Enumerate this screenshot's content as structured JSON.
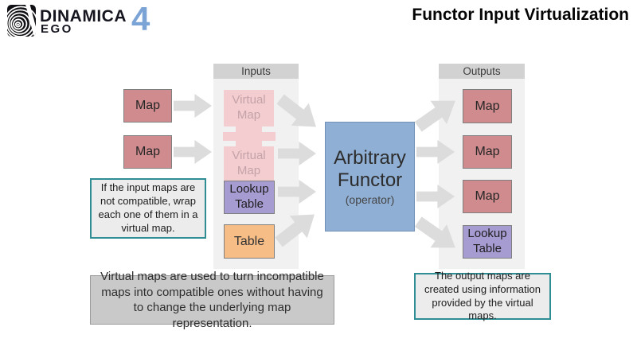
{
  "header": {
    "brand": {
      "name": "DINAMICA",
      "sub": "EGO",
      "version": "4"
    },
    "title": "Functor Input Virtualization"
  },
  "inputs": {
    "header": "Inputs",
    "source_maps": [
      {
        "label": "Map"
      },
      {
        "label": "Map"
      }
    ],
    "items": [
      {
        "label": "Virtual\nMap"
      },
      {
        "label": "Virtual\nMap"
      },
      {
        "label": "Lookup\nTable"
      },
      {
        "label": "Table"
      }
    ]
  },
  "functor": {
    "title_line1": "Arbitrary",
    "title_line2": "Functor",
    "subtitle": "(operator)"
  },
  "outputs": {
    "header": "Outputs",
    "items": [
      {
        "label": "Map"
      },
      {
        "label": "Map"
      },
      {
        "label": "Map"
      },
      {
        "label": "Lookup\nTable"
      }
    ]
  },
  "notes": {
    "input_note": "If the input maps are not compatible, wrap each one of them in a virtual map.",
    "virtual_map_note": "Virtual maps are used to turn incompatible maps into compatible ones without having to change the underlying map representation.",
    "output_note": "The output maps are created using information provided by the virtual maps."
  },
  "colors": {
    "map_fill": "#cf8b8d",
    "virtual_map_fill": "#f3cdd0",
    "virtual_map_text": "#c4a2a8",
    "lookup_table_fill": "#a79cd2",
    "table_fill": "#f6bd87",
    "functor_fill": "#8fafd4",
    "functor_border": "#7191b8",
    "column_bg": "#f1f1f1",
    "column_header_bg": "#d2d2d2",
    "arrow_fill": "#dcdcdc",
    "note_border_teal": "#2e8e93",
    "note_bg": "#ececec",
    "summary_note_bg": "#c9c9c9",
    "brand_version_blue": "#7ba3d6"
  }
}
